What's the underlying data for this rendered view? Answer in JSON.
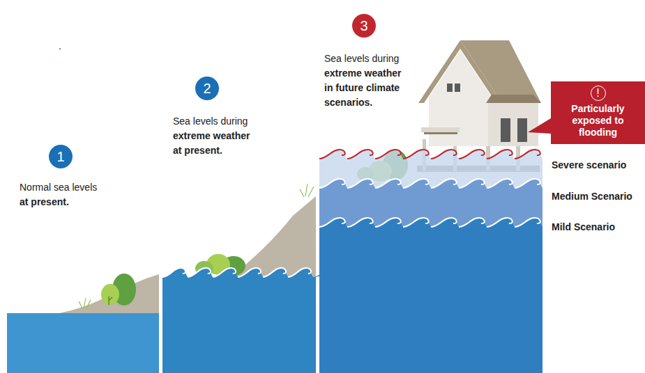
{
  "diagram": {
    "nodes": [
      {
        "text": [
          "1"
        ]
      },
      {
        "text": [
          "2"
        ]
      },
      {
        "text": [
          "3"
        ]
      },
      {
        "text": [
          "!",
          "Particularly exposed to flooding"
        ]
      }
    ],
    "labels": [
      ".",
      "Normal sea levels",
      "at present.",
      "Sea levels during",
      "extreme weather at present.",
      "Sea levels during",
      "extreme weather in future climate scenarios.",
      "Severe scenario",
      "Medium Scenario",
      "Mild Scenario"
    ]
  }
}
